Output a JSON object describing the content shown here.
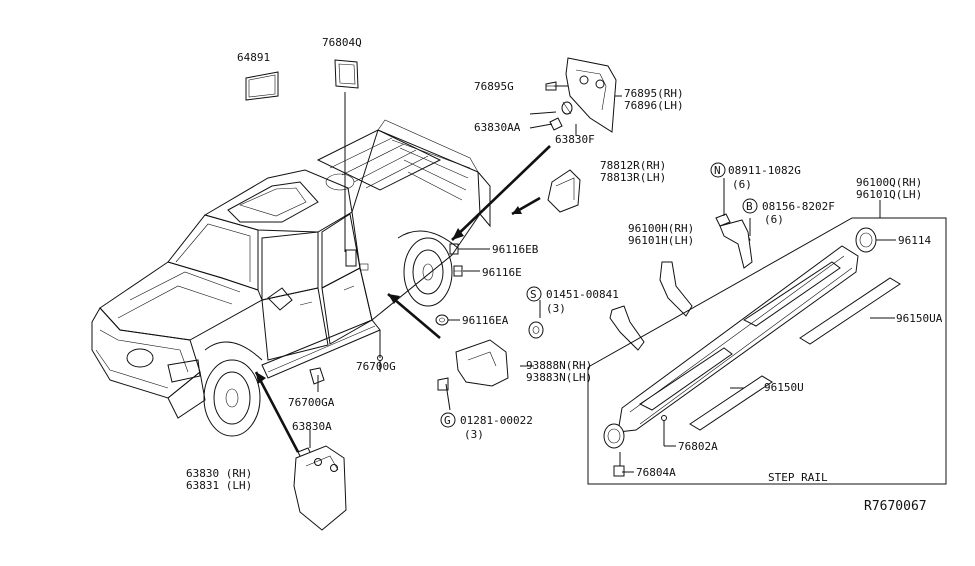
{
  "diagram": {
    "callouts": {
      "p64891": "64891",
      "p76804q": "76804Q",
      "p76895g": "76895G",
      "p76895rh": "76895(RH)",
      "p76896lh": "76896(LH)",
      "p63830aa": "63830AA",
      "p63830f": "63830F",
      "p78812r": "78812R(RH)",
      "p78813r": "78813R(LH)",
      "p08911": "08911-1082G",
      "p08911_qty": "(6)",
      "p08911_sym": "N",
      "p08156": "08156-8202F",
      "p08156_qty": "(6)",
      "p08156_sym": "B",
      "p96100q": "96100Q(RH)",
      "p96101q": "96101Q(LH)",
      "p96116eb": "96116EB",
      "p96116e": "96116E",
      "p96100h": "96100H(RH)",
      "p96101h": "96101H(LH)",
      "p96114": "96114",
      "p01451": "01451-00841",
      "p01451_qty": "(3)",
      "p01451_sym": "S",
      "p96116ea": "96116EA",
      "p96150ua": "96150UA",
      "p76700g": "76700G",
      "p93888n": "93888N(RH)",
      "p93883n": "93883N(LH)",
      "p76700ga": "76700GA",
      "p96150u": "96150U",
      "p63830a": "63830A",
      "p01281": "01281-00022",
      "p01281_qty": "(3)",
      "p01281_sym": "G",
      "p76802a": "76802A",
      "p63830rh": "63830 (RH)",
      "p63831lh": "63831 (LH)",
      "p76804a": "76804A",
      "step_rail": "STEP RAIL",
      "diagram_id": "R7670067"
    }
  }
}
